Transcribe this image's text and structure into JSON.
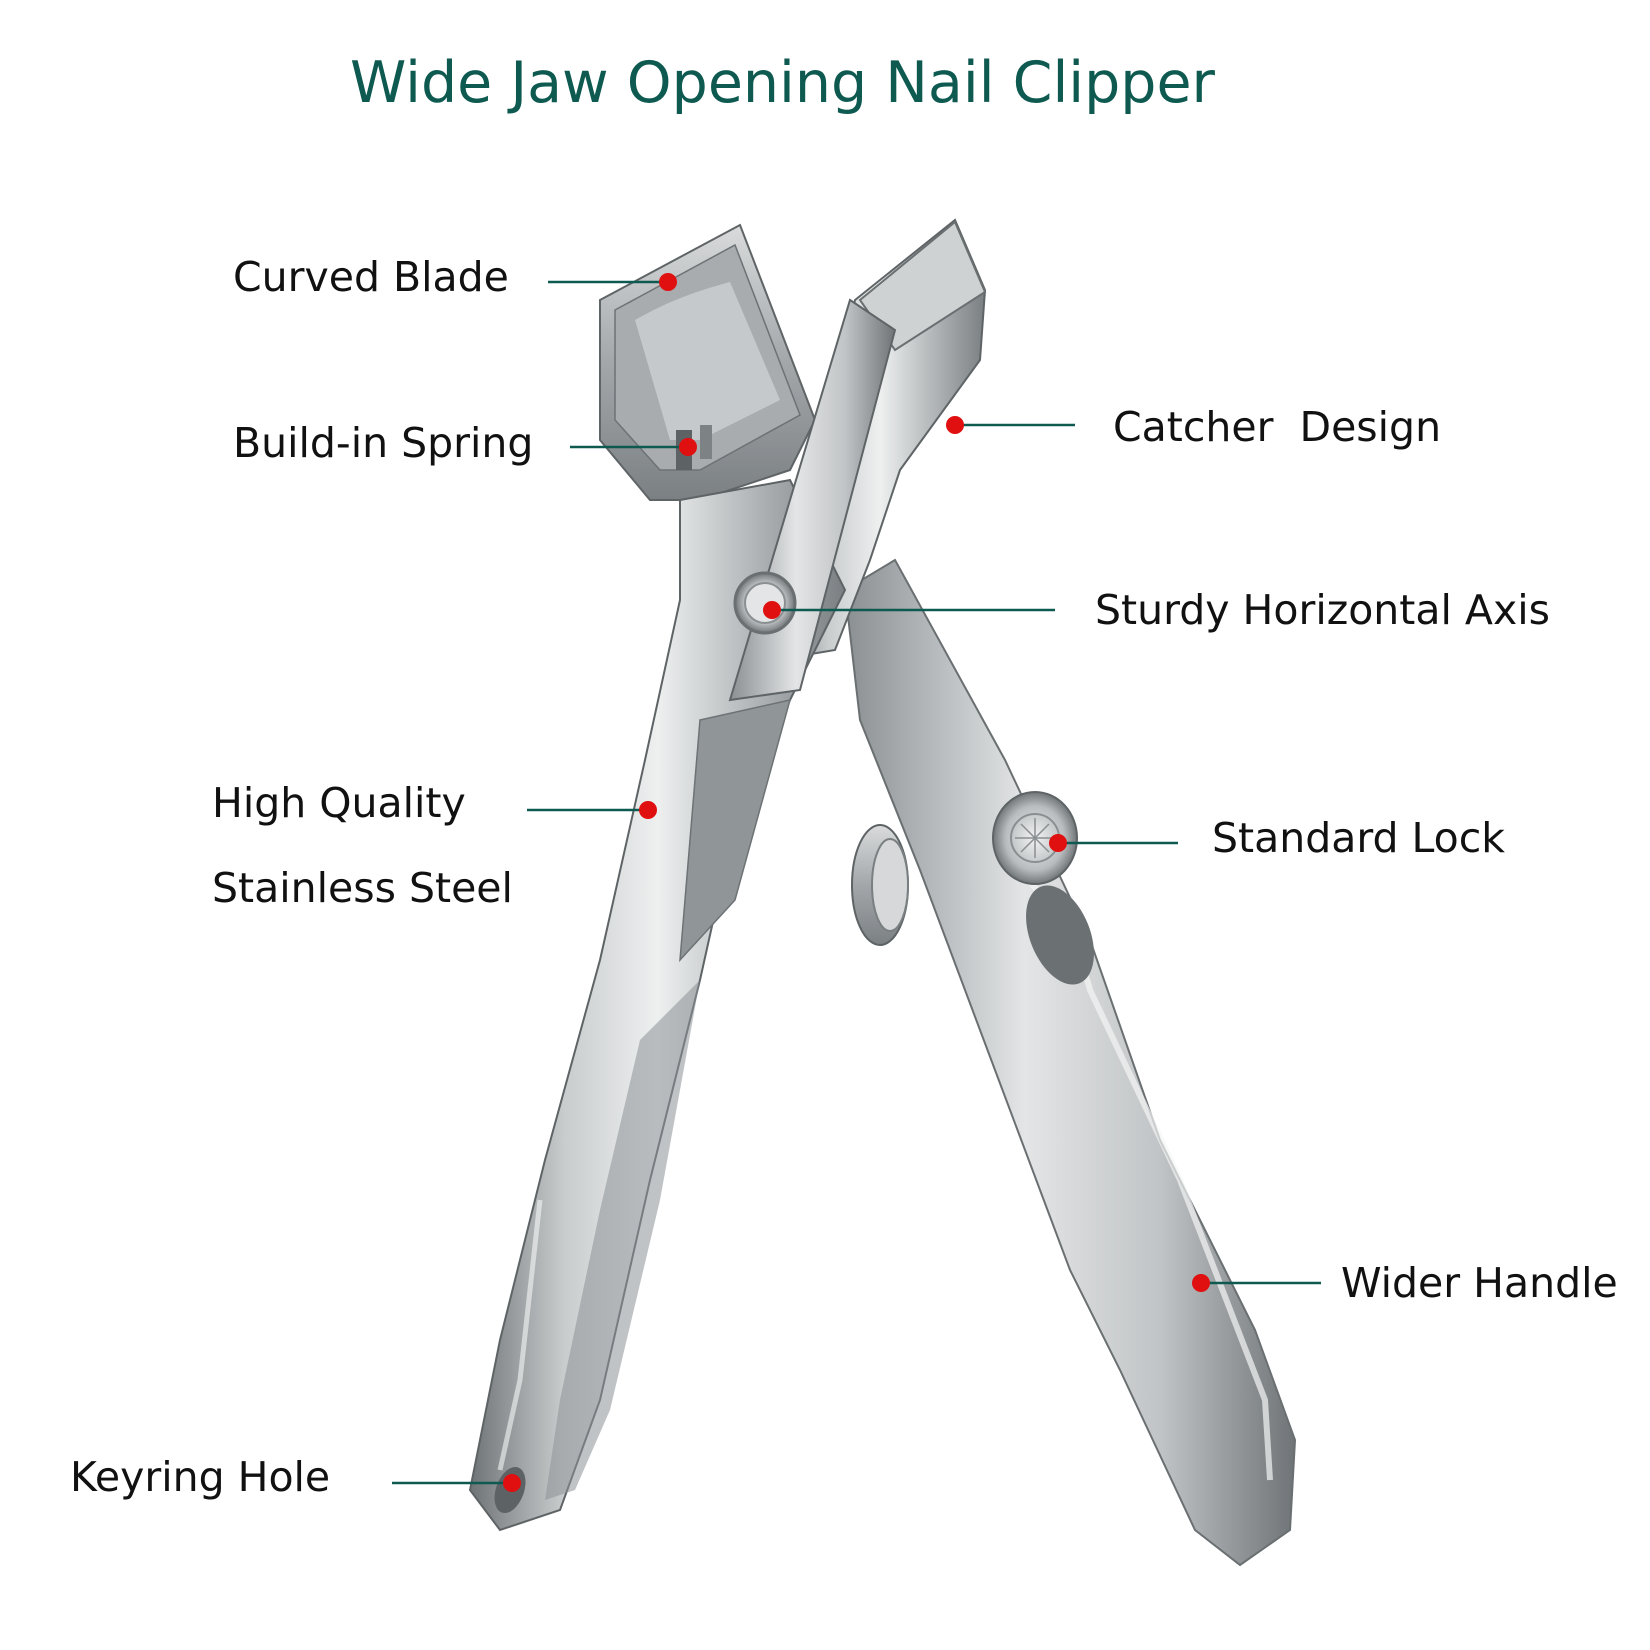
{
  "title": "Wide Jaw Opening Nail Clipper",
  "colors": {
    "title": "#0e5a50",
    "leader_line": "#0e5a50",
    "marker_dot": "#e01010",
    "text": "#111111",
    "steel_light": "#e4e6e7",
    "steel_mid": "#a9adb0",
    "steel_dark": "#6d7275"
  },
  "callouts": {
    "curved_blade": "Curved Blade",
    "build_in_spring": "Build-in Spring",
    "catcher_design": "Catcher  Design",
    "sturdy_horizontal_axis": "Sturdy Horizontal Axis",
    "high_quality": "High Quality",
    "stainless_steel": "Stainless Steel",
    "standard_lock": "Standard Lock",
    "wider_handle": "Wider Handle",
    "keyring_hole": "Keyring Hole"
  }
}
